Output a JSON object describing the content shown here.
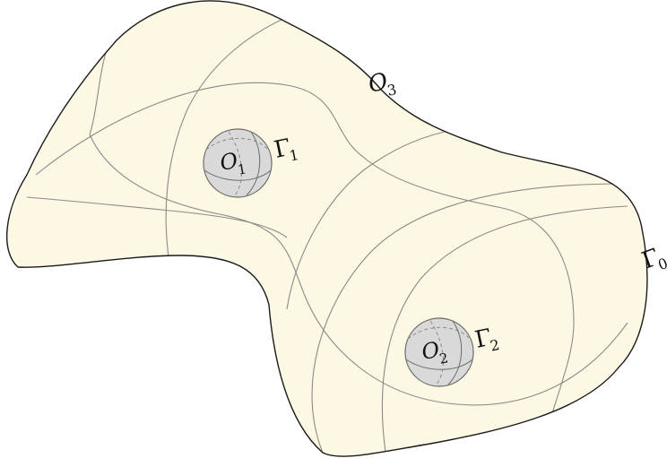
{
  "colors": {
    "region_fill": "#fdf8e3",
    "outline": "#1a1a1a",
    "grid_line": "#8a8a8a",
    "hole_fill": "#d9d9d9",
    "hole_outline": "#6b6b6b",
    "label": "#111111"
  },
  "labels": {
    "outer_region": {
      "symbol": "O",
      "subscript": "3"
    },
    "outer_boundary": {
      "symbol": "Γ",
      "subscript": "0"
    },
    "hole_1": {
      "symbol": "O",
      "subscript": "1"
    },
    "hole_1_boundary": {
      "symbol": "Γ",
      "subscript": "1"
    },
    "hole_2": {
      "symbol": "O",
      "subscript": "2"
    },
    "hole_2_boundary": {
      "symbol": "Γ",
      "subscript": "2"
    }
  }
}
